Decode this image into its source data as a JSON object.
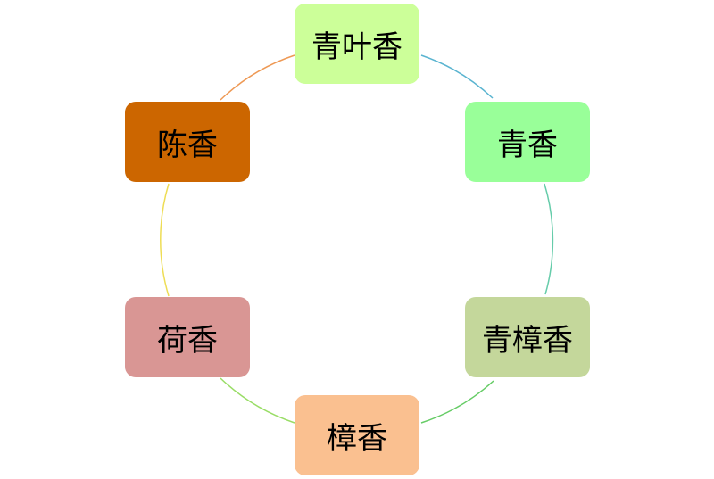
{
  "nodes": [
    {
      "id": "qingye",
      "label": "青叶香",
      "color": "#ccff99"
    },
    {
      "id": "qing",
      "label": "青香",
      "color": "#99ff99"
    },
    {
      "id": "qingzhang",
      "label": "青樟香",
      "color": "#c4d79b"
    },
    {
      "id": "zhang",
      "label": "樟香",
      "color": "#fac090"
    },
    {
      "id": "he",
      "label": "荷香",
      "color": "#d99694"
    },
    {
      "id": "chen",
      "label": "陈香",
      "color": "#cc6600"
    }
  ],
  "connectors": [
    {
      "from": "qingye",
      "to": "qing",
      "color": "#5ab4d0"
    },
    {
      "from": "qing",
      "to": "qingzhang",
      "color": "#66ccaa"
    },
    {
      "from": "qingzhang",
      "to": "zhang",
      "color": "#66cc66"
    },
    {
      "from": "zhang",
      "to": "he",
      "color": "#99dd66"
    },
    {
      "from": "he",
      "to": "chen",
      "color": "#eedd55"
    },
    {
      "from": "chen",
      "to": "qingye",
      "color": "#ee9955"
    }
  ]
}
